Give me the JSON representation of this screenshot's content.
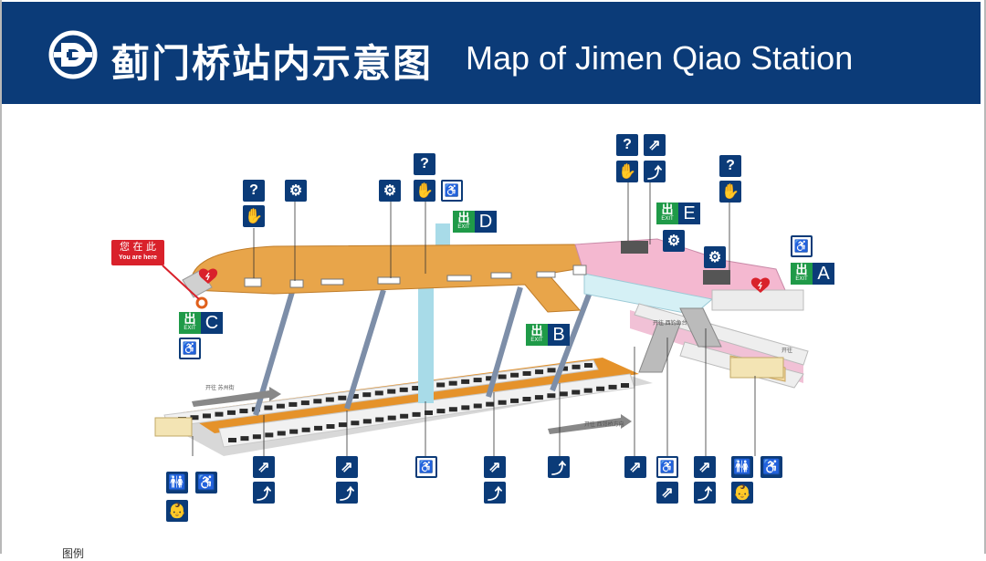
{
  "header": {
    "title_cn": "蓟门桥站内示意图",
    "title_en": "Map of Jimen Qiao Station",
    "logo_icon": "beijing-subway-logo-icon",
    "background": "#0b3b78"
  },
  "you_are_here": {
    "cn": "您 在 此",
    "en": "You are here",
    "color": "#d9212b"
  },
  "exits": [
    {
      "id": "exit-c",
      "label": "C",
      "cn": "出",
      "en": "EXIT"
    },
    {
      "id": "exit-d",
      "label": "D",
      "cn": "出",
      "en": "EXIT"
    },
    {
      "id": "exit-b",
      "label": "B",
      "cn": "出",
      "en": "EXIT"
    },
    {
      "id": "exit-e",
      "label": "E",
      "cn": "出",
      "en": "EXIT"
    },
    {
      "id": "exit-a",
      "label": "A",
      "cn": "出",
      "en": "EXIT"
    }
  ],
  "direction_labels": {
    "platform_west": "开往 苏州街",
    "platform_east": "开往 西郊桥方向",
    "line10_a": "开往 西钓鱼台",
    "line10_b": "开往"
  },
  "legend_label": "图例",
  "colors": {
    "concourse": "#e8a54a",
    "transfer": "#f4b8d0",
    "elevator_shaft": "#a8dbe8",
    "exit_green": "#1f9a48",
    "icon_blue": "#0b3b78",
    "aed_red": "#d9212b"
  }
}
